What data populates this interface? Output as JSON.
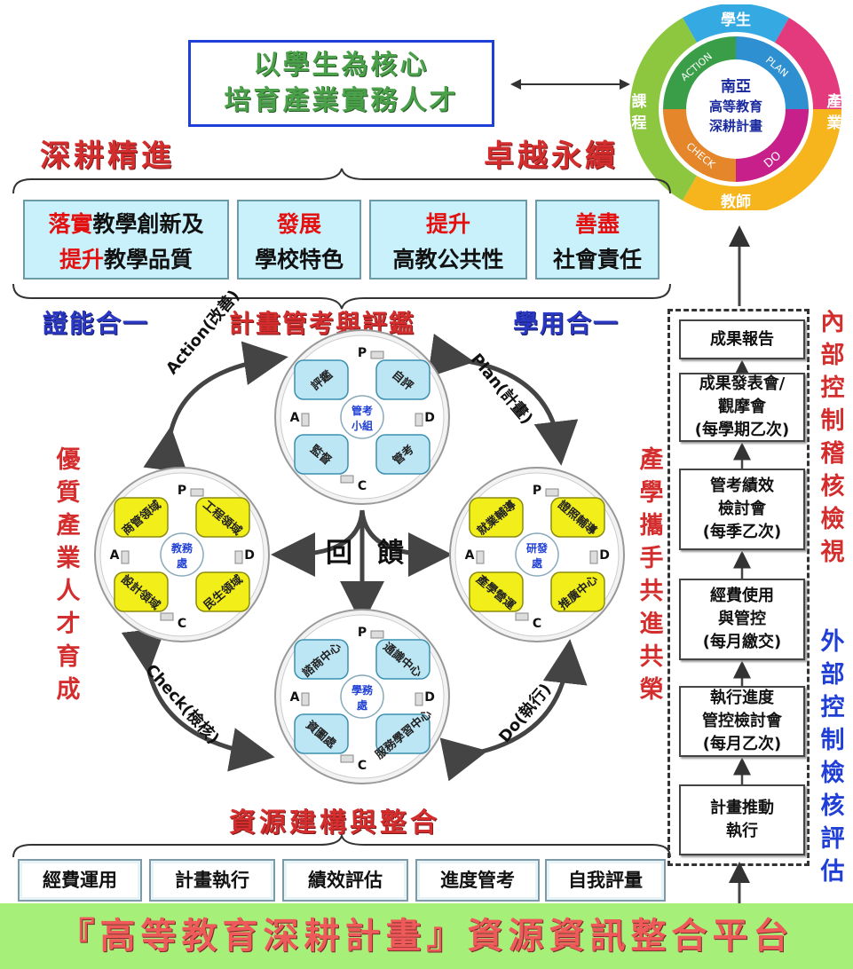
{
  "title": {
    "line1": "以學生為核心",
    "line2": "培育產業實務人才"
  },
  "top_left_slogan": "深耕精進",
  "top_right_slogan": "卓越永續",
  "goals": [
    {
      "r1": "落實",
      "k1": "教學創新及",
      "r2": "提升",
      "k2": "教學品質"
    },
    {
      "r1": "發展",
      "k2": "學校特色"
    },
    {
      "r1": "提升",
      "k2": "高教公共性"
    },
    {
      "r1": "善盡",
      "k2": "社會責任"
    }
  ],
  "mid_left": "證能合一",
  "mid_center": "計畫管考與評鑑",
  "mid_right": "學用合一",
  "left_vertical": "優質產業人才育成",
  "right_vertical": "產學攜手共進共榮",
  "far_right_top": "內部控制稽核檢視",
  "far_right_bottom": "外部控制檢核評估",
  "pdca_wheel": {
    "center": [
      "南亞",
      "高等教育",
      "深耕計畫"
    ],
    "outer": {
      "top": "學生",
      "right": "產業",
      "bottom": "教師",
      "left": "課程"
    },
    "inner": {
      "action": "ACTION",
      "plan": "PLAN",
      "do": "DO",
      "check": "CHECK"
    }
  },
  "loops": {
    "top": {
      "center": [
        "管考",
        "小組"
      ],
      "items": [
        "評鑑",
        "自評",
        "監督",
        "管考"
      ]
    },
    "left": {
      "center": [
        "教務",
        "處"
      ],
      "items": [
        "商管領域",
        "工程領域",
        "設計領域",
        "民生領域"
      ]
    },
    "right": {
      "center": [
        "研發",
        "處"
      ],
      "items": [
        "就業輔導",
        "證照輔導",
        "產學營運",
        "推廣中心"
      ]
    },
    "bottom": {
      "center": [
        "學務",
        "處"
      ],
      "items": [
        "諮商中心",
        "通識中心",
        "資圖處",
        "服務學習中心"
      ]
    }
  },
  "pdca_letters": {
    "p": "P",
    "d": "D",
    "c": "C",
    "a": "A"
  },
  "cycle_labels": {
    "action": "Action(改善)",
    "plan": "Plan(計畫)",
    "check": "Check(檢核)",
    "do": "Do(執行)"
  },
  "feedback": {
    "left": "回",
    "right": "饋"
  },
  "resource_title": "資源建構與整合",
  "resources": [
    "經費運用",
    "計畫執行",
    "績效評估",
    "進度管考",
    "自我評量"
  ],
  "platform": "『高等教育深耕計畫』資源資訊整合平台",
  "steps": [
    {
      "lines": [
        "成果報告"
      ]
    },
    {
      "lines": [
        "成果發表會/",
        "觀摩會",
        "(每學期乙次)"
      ]
    },
    {
      "lines": [
        "管考績效",
        "檢討會",
        "(每季乙次)"
      ]
    },
    {
      "lines": [
        "經費使用",
        "與管控",
        "(每月繳交)"
      ]
    },
    {
      "lines": [
        "執行進度",
        "管控檢討會",
        "(每月乙次)"
      ]
    },
    {
      "lines": [
        "計畫推動",
        "執行"
      ]
    }
  ],
  "colors": {
    "blue": "#1f3fd6",
    "red": "#d42d2d",
    "green": "#a6f07a",
    "cyan": "#c9f1fb",
    "yellow": "#f2ee1a"
  }
}
